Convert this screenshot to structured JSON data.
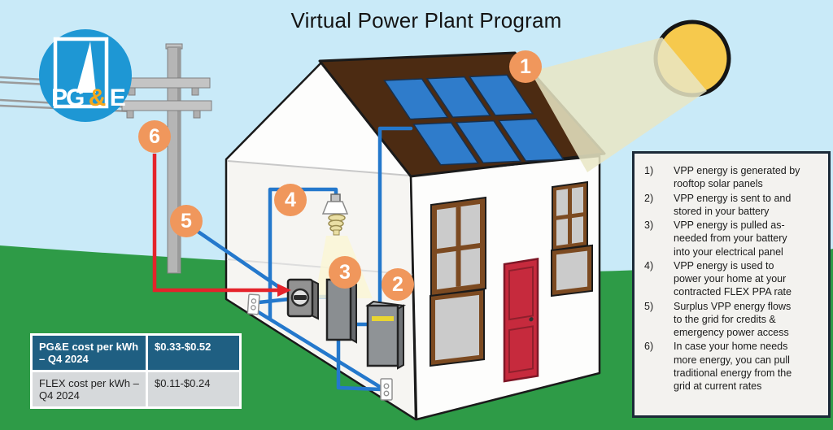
{
  "title": "Virtual Power Plant Program",
  "logo": {
    "part_pg": "PG",
    "part_amp": "&",
    "part_e": "E"
  },
  "callouts": [
    "1",
    "2",
    "3",
    "4",
    "5",
    "6"
  ],
  "info_box": {
    "items": [
      {
        "num": "1)",
        "text": "VPP energy is generated by rooftop solar panels"
      },
      {
        "num": "2)",
        "text": "VPP energy is sent to and stored in your battery"
      },
      {
        "num": "3)",
        "text": "VPP energy is pulled as-needed from your battery into your electrical panel"
      },
      {
        "num": "4)",
        "text": "VPP energy is used to power your home at your contracted FLEX PPA rate"
      },
      {
        "num": "5)",
        "text": "Surplus VPP energy flows to the grid for credits & emergency power access"
      },
      {
        "num": "6)",
        "text": "In case your home needs more energy, you can pull traditional energy from the grid at current rates"
      }
    ]
  },
  "cost_table": {
    "rows": [
      {
        "label": "PG&E cost per kWh – Q4 2024",
        "value": "$0.33-$0.52"
      },
      {
        "label": "FLEX cost per kWh – Q4 2024",
        "value": "$0.11-$0.24"
      }
    ]
  },
  "colors": {
    "sky": "#C9EAF8",
    "grass": "#2E9B47",
    "sun": "#F6C94D",
    "roof_brown": "#4C2B12",
    "solar_blue": "#2F7CCB",
    "callout_orange": "#F0975C",
    "wire_blue": "#2478CC",
    "arrow_red": "#E5232B",
    "pge_blue": "#1E97D4",
    "pge_amp_orange": "#F5A81C",
    "door_red": "#C62A3D",
    "table_header_bg": "#1F5F82",
    "table_row_bg": "#D6D9DB",
    "info_box_bg": "#F3F2EF",
    "info_box_border": "#1B2A38"
  }
}
